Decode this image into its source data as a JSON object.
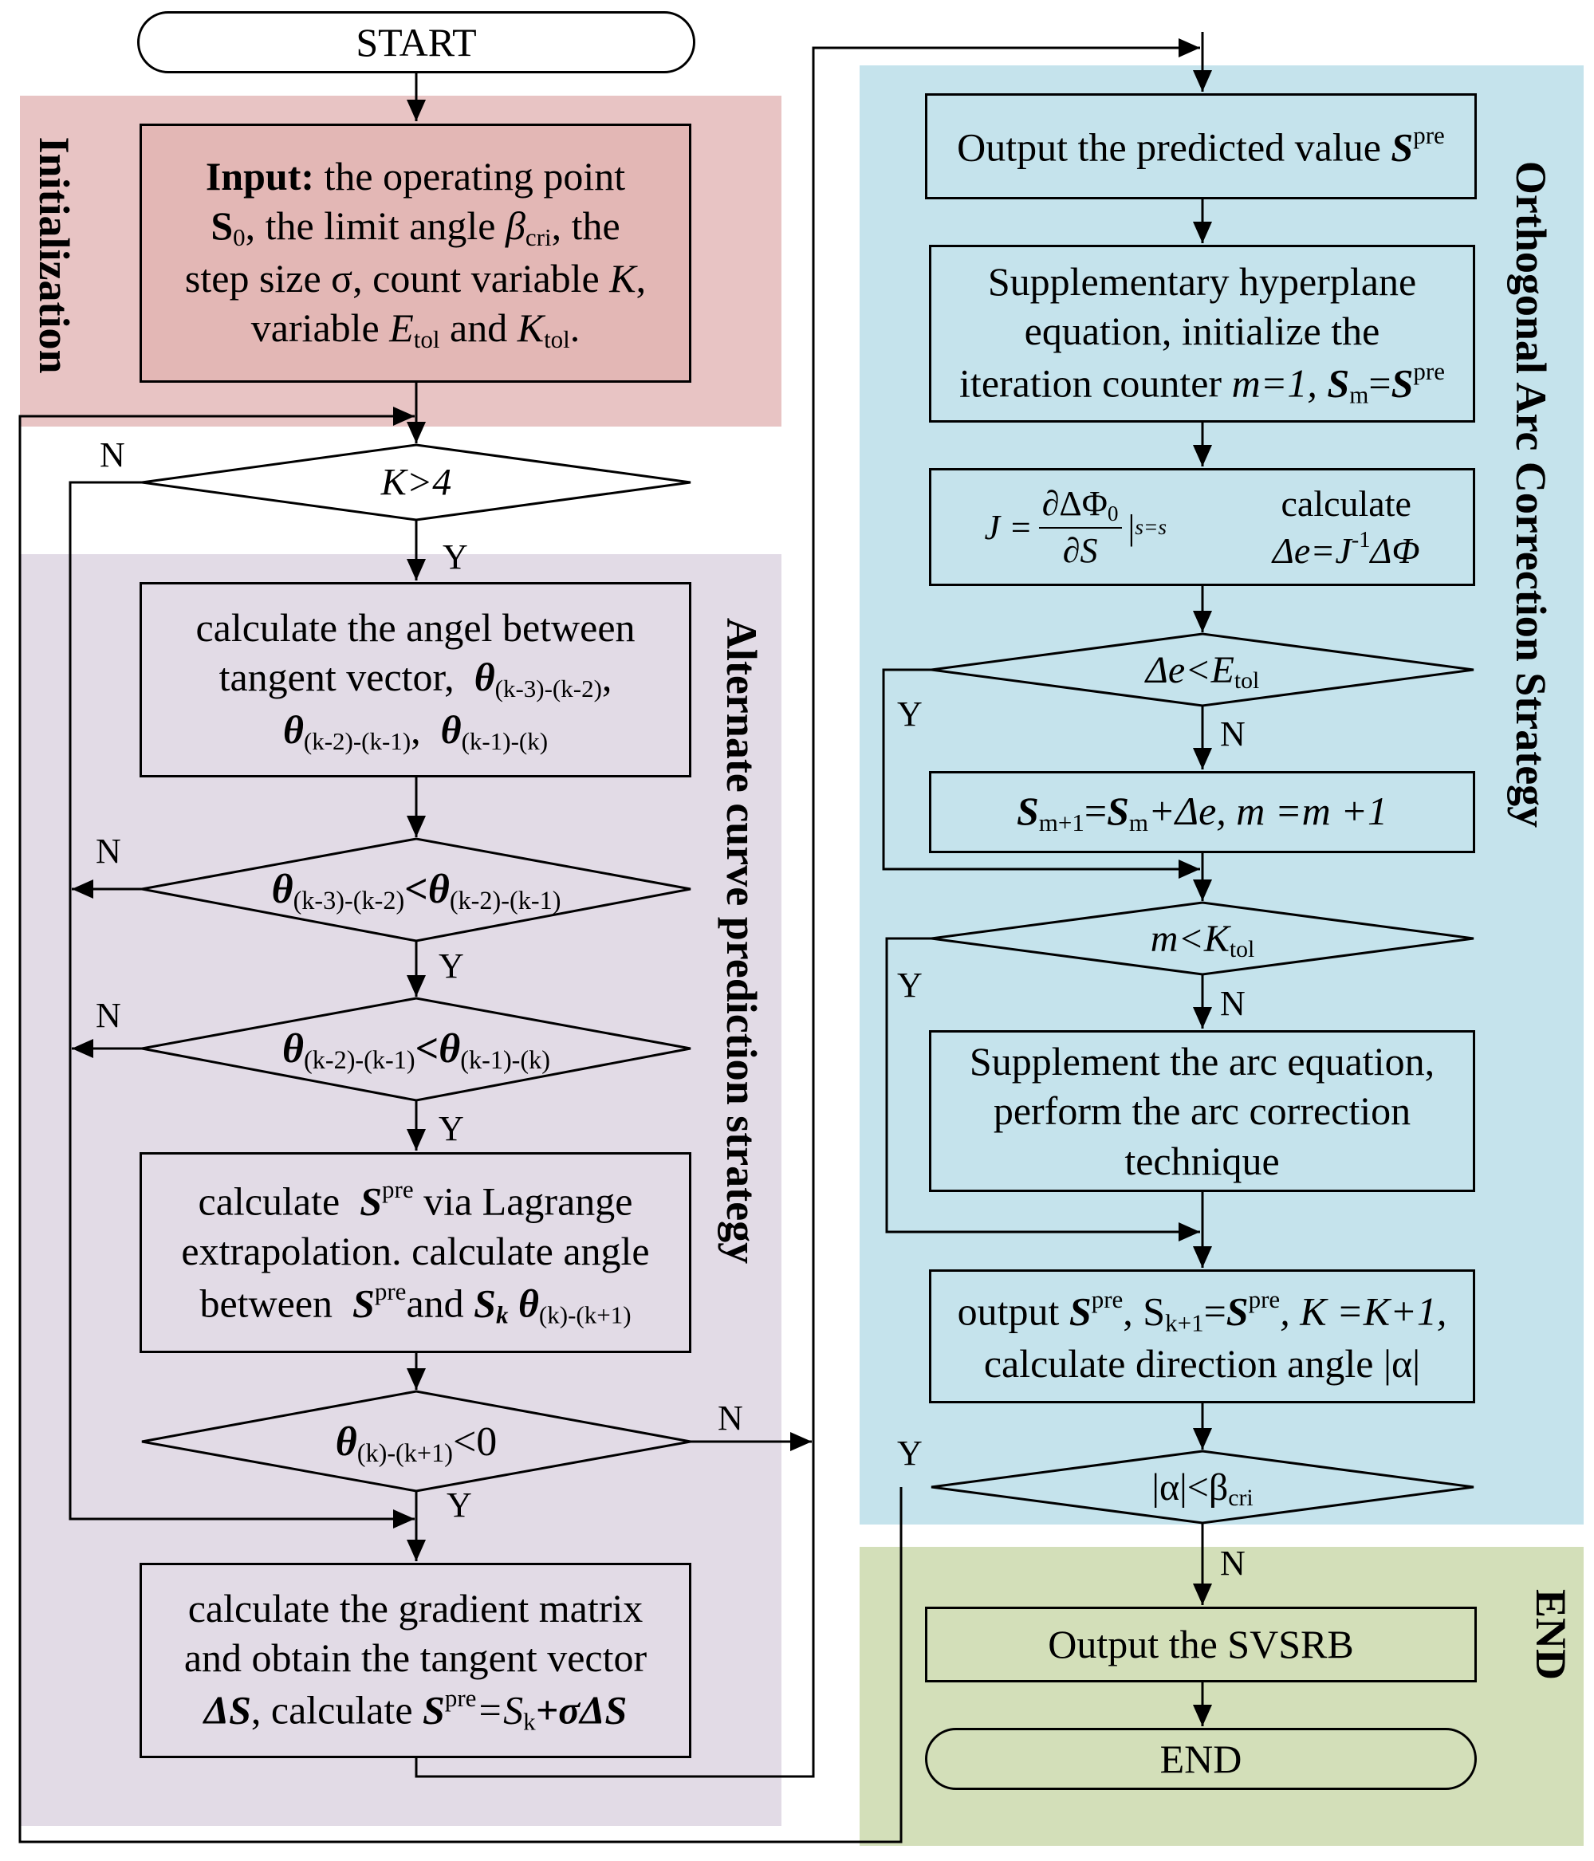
{
  "regions": {
    "initialization": "Initialization",
    "alternate": "Alternate curve prediction strategy",
    "orthogonal": "Orthogonal Arc Correction Strategy",
    "end": "END"
  },
  "nodes": {
    "start": "START",
    "input_bold": "Input:",
    "input_l1": " the operating point",
    "input_l2_s": "S",
    "input_l2_s_sub": "0",
    "input_l2": ", the limit angle ",
    "input_l2_beta": "β",
    "input_l2_beta_sub": "cri",
    "input_l2_end": ", the",
    "input_l3": "step size σ, count variable ",
    "input_l3_k": "K",
    "input_l3_end": ",",
    "input_l4": "variable ",
    "input_l4_e": "E",
    "input_l4_e_sub": "tol",
    "input_l4_and": " and ",
    "input_l4_k": "K",
    "input_l4_k_sub": "tol",
    "input_l4_end": ".",
    "k_gt_4": "K>4",
    "angle_l1": "calculate the angel between",
    "angle_l2": "tangent vector,",
    "theta": "θ",
    "sub_k3k2": "(k-3)-(k-2)",
    "sub_k2k1": "(k-2)-(k-1)",
    "sub_k1k": "(k-1)-(k)",
    "sub_kk1": "(k)-(k+1)",
    "lt": "<",
    "lt0": "<0",
    "lag_l1": "calculate",
    "S": "S",
    "pre": "pre",
    "lag_l1_end": "via Lagrange",
    "lag_l2": "extrapolation. calculate angle",
    "lag_l3": "between",
    "lag_l3_and": "and",
    "Sk": "S",
    "k": "k",
    "grad_l1": "calculate the gradient matrix",
    "grad_l2": "and obtain the tangent vector",
    "grad_l3_a": "ΔS",
    "grad_l3_b": ", calculate ",
    "grad_l3_c": "=S",
    "grad_l3_d": "k",
    "grad_l3_e": "+σΔS",
    "out_pred": "Output the predicted value",
    "supp_l1": "Supplementary hyperplane",
    "supp_l2": "equation, initialize the",
    "supp_l3": "iteration counter",
    "m_eq_1": "m=1,",
    "m": "m",
    "eq": "=",
    "jac_lhs": "J =",
    "jac_num": "∂ΔΦ",
    "jac_num_sub": "0",
    "jac_den": "∂S",
    "jac_eval": "|",
    "jac_eval_sub": "s=s",
    "calc": "calculate",
    "calc_de": "Δe=J",
    "calc_inv": "-1",
    "calc_phi": "ΔΦ",
    "de_lt_etol": "Δe<E",
    "tol": "tol",
    "update": "+Δe, m =m +1",
    "m1": "m+1",
    "m_lt_ktol": "m<K",
    "arc_l1": "Supplement the arc equation,",
    "arc_l2": "perform the arc correction",
    "arc_l3": "technique",
    "outk_l1_a": "output",
    "outk_l1_b": ", S",
    "outk_l1_c": "k+1",
    "outk_l1_d": "=",
    "outk_l1_e": ", K =K+1,",
    "outk_l2": "calculate direction angle |α|",
    "alpha_lt": "|α|<β",
    "cri": "cri",
    "svsrb": "Output the SVSRB",
    "end": "END"
  },
  "branch_labels": {
    "yes": "Y",
    "no": "N"
  },
  "colors": {
    "initialization_bg": "#e8c4c4",
    "alternate_bg": "#e2dbe6",
    "orthogonal_bg": "#c5e3ec",
    "end_bg": "#d3dfb9",
    "input_box_bg": "#e3b7b5",
    "line": "#000000"
  }
}
